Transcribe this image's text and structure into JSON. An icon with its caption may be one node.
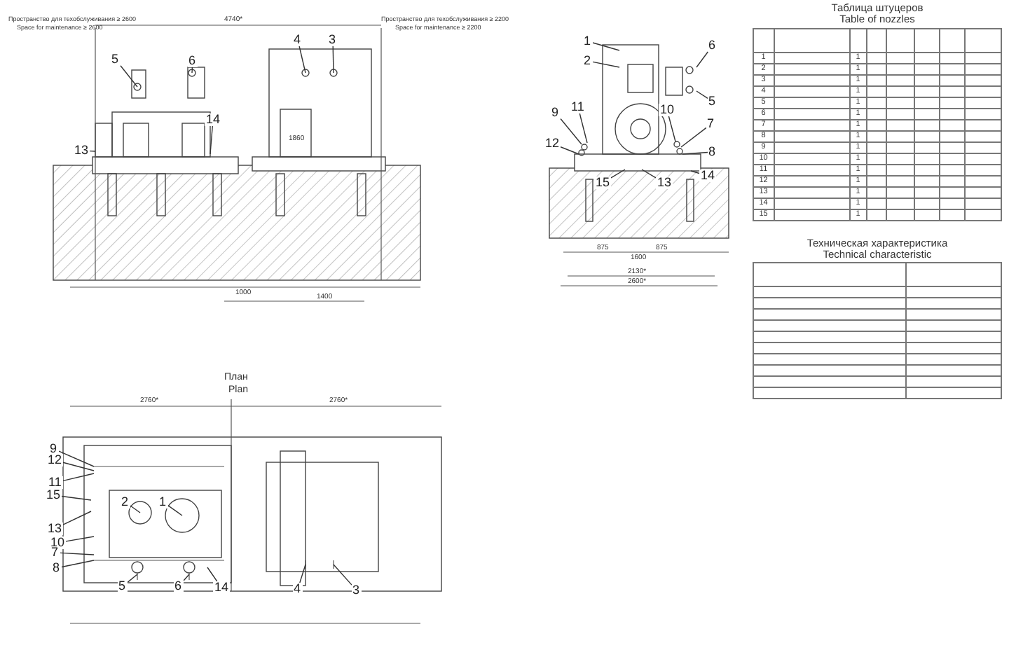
{
  "diagram": {
    "nodes": [
      {
        "text": [
          "5"
        ]
      },
      {
        "text": [
          "6"
        ]
      },
      {
        "text": [
          "4"
        ]
      },
      {
        "text": [
          "3"
        ]
      },
      {
        "text": [
          "14"
        ]
      },
      {
        "text": [
          "13"
        ]
      },
      {
        "text": [
          "1"
        ]
      },
      {
        "text": [
          "2"
        ]
      },
      {
        "text": [
          "6"
        ]
      },
      {
        "text": [
          "5"
        ]
      },
      {
        "text": [
          "9"
        ]
      },
      {
        "text": [
          "11"
        ]
      },
      {
        "text": [
          "12"
        ]
      },
      {
        "text": [
          "10"
        ]
      },
      {
        "text": [
          "7"
        ]
      },
      {
        "text": [
          "8"
        ]
      },
      {
        "text": [
          "15"
        ]
      },
      {
        "text": [
          "13"
        ]
      },
      {
        "text": [
          "14"
        ]
      },
      {
        "text": [
          "9"
        ]
      },
      {
        "text": [
          "12"
        ]
      },
      {
        "text": [
          "11"
        ]
      },
      {
        "text": [
          "15"
        ]
      },
      {
        "text": [
          "13"
        ]
      },
      {
        "text": [
          "10"
        ]
      },
      {
        "text": [
          "7"
        ]
      },
      {
        "text": [
          "8"
        ]
      },
      {
        "text": [
          "2"
        ]
      },
      {
        "text": [
          "1"
        ]
      },
      {
        "text": [
          "5"
        ]
      },
      {
        "text": [
          "6"
        ]
      },
      {
        "text": [
          "14"
        ]
      },
      {
        "text": [
          "4"
        ]
      },
      {
        "text": [
          "3"
        ]
      }
    ],
    "edges": [
      {
        "from": 0,
        "to": null,
        "arrow": "none"
      },
      {
        "from": 1,
        "to": null,
        "arrow": "none"
      },
      {
        "from": 2,
        "to": null,
        "arrow": "none"
      },
      {
        "from": 3,
        "to": null,
        "arrow": "none"
      },
      {
        "from": 4,
        "to": null,
        "arrow": "none"
      },
      {
        "from": 5,
        "to": null,
        "arrow": "none"
      },
      {
        "from": 6,
        "to": null,
        "arrow": "none"
      },
      {
        "from": 7,
        "to": null,
        "arrow": "none"
      },
      {
        "from": 8,
        "to": null,
        "arrow": "none"
      },
      {
        "from": 9,
        "to": null,
        "arrow": "none"
      },
      {
        "from": 10,
        "to": null,
        "arrow": "none"
      },
      {
        "from": 11,
        "to": null,
        "arrow": "none"
      },
      {
        "from": 12,
        "to": null,
        "arrow": "none"
      },
      {
        "from": 13,
        "to": null,
        "arrow": "none"
      },
      {
        "from": 14,
        "to": null,
        "arrow": "none"
      },
      {
        "from": 15,
        "to": null,
        "arrow": "none"
      },
      {
        "from": 16,
        "to": null,
        "arrow": "none"
      },
      {
        "from": 17,
        "to": null,
        "arrow": "none"
      },
      {
        "from": 18,
        "to": null,
        "arrow": "none"
      },
      {
        "from": 19,
        "to": null,
        "arrow": "none"
      },
      {
        "from": 20,
        "to": null,
        "arrow": "none"
      },
      {
        "from": 21,
        "to": null,
        "arrow": "none"
      },
      {
        "from": 22,
        "to": null,
        "arrow": "none"
      },
      {
        "from": 23,
        "to": null,
        "arrow": "none"
      },
      {
        "from": 24,
        "to": null,
        "arrow": "none"
      },
      {
        "from": 25,
        "to": null,
        "arrow": "none"
      },
      {
        "from": 26,
        "to": null,
        "arrow": "none"
      },
      {
        "from": 27,
        "to": null,
        "arrow": "none"
      },
      {
        "from": 28,
        "to": null,
        "arrow": "none"
      },
      {
        "from": 29,
        "to": null,
        "arrow": "none"
      },
      {
        "from": 30,
        "to": null,
        "arrow": "none"
      },
      {
        "from": 31,
        "to": null,
        "arrow": "none"
      },
      {
        "from": 32,
        "to": null,
        "arrow": "none"
      },
      {
        "from": 33,
        "to": null,
        "arrow": "none"
      }
    ],
    "labels": [
      "Пространство для техобслуживания ≥ 2600",
      "Space for maintenance ≥ 2600",
      "4740*",
      "Пространство для техобслуживания ≥ 2200",
      "Space for maintenance ≥ 2200",
      "1860",
      "1000",
      "1400",
      "875",
      "875",
      "1600",
      "2130*",
      "2600*",
      "План",
      "Plan",
      "2760*",
      "2760*",
      "Таблица штуцеров",
      "Table of nozzles",
      "1",
      "1",
      "2",
      "1",
      "3",
      "1",
      "4",
      "1",
      "5",
      "1",
      "6",
      "1",
      "7",
      "1",
      "8",
      "1",
      "9",
      "1",
      "10",
      "1",
      "11",
      "1",
      "12",
      "1",
      "13",
      "1",
      "14",
      "1",
      "15",
      "1",
      "Техническая характеристика",
      "Technical characteristic"
    ]
  }
}
